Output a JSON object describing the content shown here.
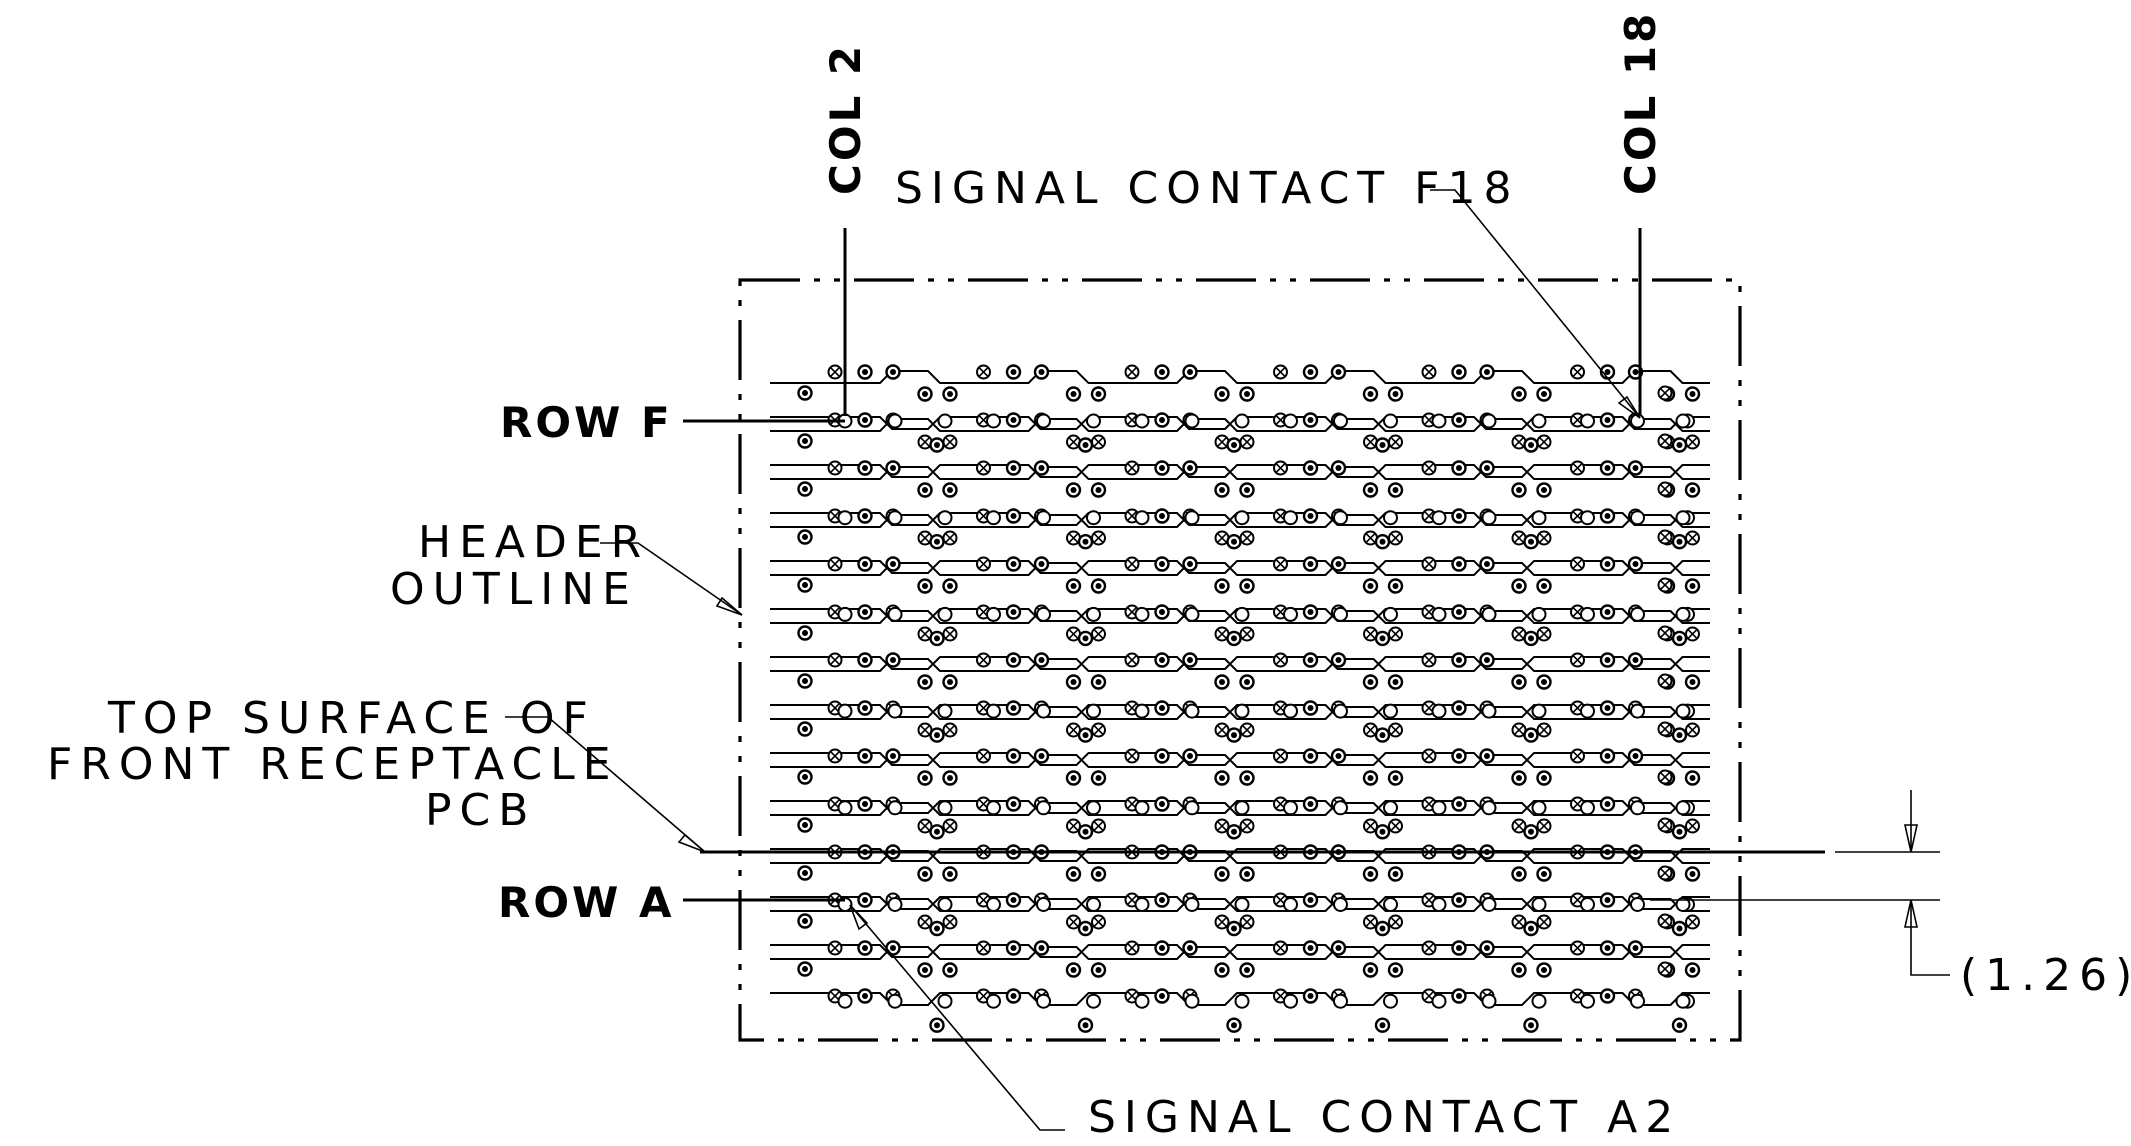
{
  "labels": {
    "col_2": "COL 2",
    "col_18": "COL 18",
    "row_f": "ROW F",
    "row_a": "ROW A",
    "signal_f18": "SIGNAL CONTACT F18",
    "signal_a2": "SIGNAL CONTACT A2",
    "header_outline_1": "HEADER",
    "header_outline_2": "OUTLINE",
    "top_surface_1": "TOP SURFACE OF",
    "top_surface_2": "FRONT RECEPTACLE",
    "top_surface_3": "PCB",
    "dimension": "(1.26)"
  },
  "contact_symbols": [
    "signal-open-circle",
    "ground-dot-circle",
    "crossed-circle"
  ]
}
